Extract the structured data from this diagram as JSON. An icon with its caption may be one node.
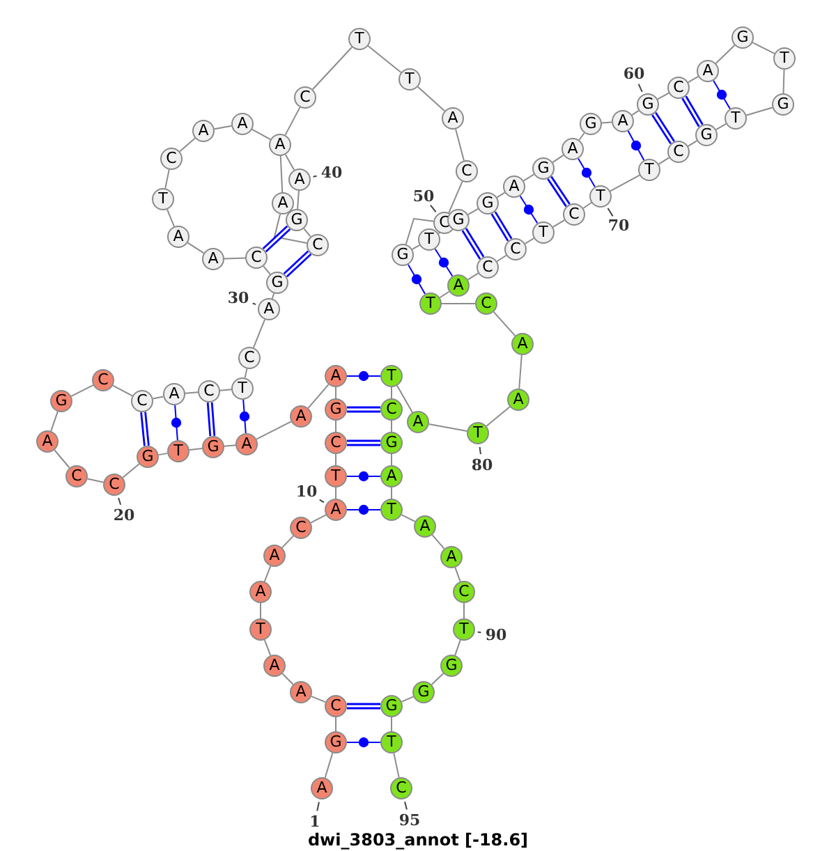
{
  "diagram": {
    "caption": "dwi_3803_annot [-18.6]",
    "nodes": [
      {
        "text": [
          "A"
        ],
        "beside": [
          "1"
        ]
      },
      {
        "text": [
          "G"
        ]
      },
      {
        "text": [
          "C"
        ]
      },
      {
        "text": [
          "A"
        ]
      },
      {
        "text": [
          "A"
        ]
      },
      {
        "text": [
          "T"
        ]
      },
      {
        "text": [
          "A"
        ]
      },
      {
        "text": [
          "A"
        ]
      },
      {
        "text": [
          "C"
        ]
      },
      {
        "text": [
          "A"
        ],
        "beside": [
          "10"
        ]
      },
      {
        "text": [
          "T"
        ]
      },
      {
        "text": [
          "C"
        ]
      },
      {
        "text": [
          "G"
        ]
      },
      {
        "text": [
          "A"
        ]
      },
      {
        "text": [
          "A"
        ]
      },
      {
        "text": [
          "A"
        ]
      },
      {
        "text": [
          "G"
        ]
      },
      {
        "text": [
          "T"
        ]
      },
      {
        "text": [
          "G"
        ]
      },
      {
        "text": [
          "C"
        ],
        "beside": [
          "20"
        ]
      },
      {
        "text": [
          "C"
        ]
      },
      {
        "text": [
          "A"
        ]
      },
      {
        "text": [
          "G"
        ]
      },
      {
        "text": [
          "C"
        ]
      },
      {
        "text": [
          "C"
        ]
      },
      {
        "text": [
          "A"
        ]
      },
      {
        "text": [
          "C"
        ]
      },
      {
        "text": [
          "T"
        ]
      },
      {
        "text": [
          "C"
        ]
      },
      {
        "text": [
          "A"
        ],
        "beside": [
          "30"
        ]
      },
      {
        "text": [
          "G"
        ]
      },
      {
        "text": [
          "C"
        ]
      },
      {
        "text": [
          "A"
        ]
      },
      {
        "text": [
          "A"
        ]
      },
      {
        "text": [
          "T"
        ]
      },
      {
        "text": [
          "C"
        ]
      },
      {
        "text": [
          "A"
        ]
      },
      {
        "text": [
          "A"
        ]
      },
      {
        "text": [
          "A"
        ]
      },
      {
        "text": [
          "A"
        ],
        "beside": [
          "40"
        ]
      },
      {
        "text": [
          "G"
        ]
      },
      {
        "text": [
          "C"
        ]
      },
      {
        "text": [
          "A"
        ]
      },
      {
        "text": [
          "C"
        ]
      },
      {
        "text": [
          "T"
        ]
      },
      {
        "text": [
          "T"
        ]
      },
      {
        "text": [
          "A"
        ]
      },
      {
        "text": [
          "C"
        ]
      },
      {
        "text": [
          "C"
        ],
        "beside": [
          "50"
        ]
      },
      {
        "text": [
          "G"
        ]
      },
      {
        "text": [
          "T"
        ]
      },
      {
        "text": [
          "G"
        ]
      },
      {
        "text": [
          "G"
        ]
      },
      {
        "text": [
          "A"
        ]
      },
      {
        "text": [
          "G"
        ]
      },
      {
        "text": [
          "A"
        ]
      },
      {
        "text": [
          "G"
        ]
      },
      {
        "text": [
          "A"
        ]
      },
      {
        "text": [
          "G"
        ],
        "beside": [
          "60"
        ]
      },
      {
        "text": [
          "C"
        ]
      },
      {
        "text": [
          "A"
        ]
      },
      {
        "text": [
          "G"
        ]
      },
      {
        "text": [
          "T"
        ]
      },
      {
        "text": [
          "G"
        ]
      },
      {
        "text": [
          "T"
        ]
      },
      {
        "text": [
          "G"
        ]
      },
      {
        "text": [
          "C"
        ]
      },
      {
        "text": [
          "T"
        ]
      },
      {
        "text": [
          "T"
        ],
        "beside": [
          "70"
        ]
      },
      {
        "text": [
          "C"
        ]
      },
      {
        "text": [
          "T"
        ]
      },
      {
        "text": [
          "C"
        ]
      },
      {
        "text": [
          "C"
        ]
      },
      {
        "text": [
          "A"
        ]
      },
      {
        "text": [
          "T"
        ]
      },
      {
        "text": [
          "C"
        ]
      },
      {
        "text": [
          "A"
        ]
      },
      {
        "text": [
          "A"
        ]
      },
      {
        "text": [
          "T"
        ],
        "beside": [
          "80"
        ]
      },
      {
        "text": [
          "A"
        ]
      },
      {
        "text": [
          "T"
        ]
      },
      {
        "text": [
          "C"
        ]
      },
      {
        "text": [
          "G"
        ]
      },
      {
        "text": [
          "A"
        ]
      },
      {
        "text": [
          "T"
        ]
      },
      {
        "text": [
          "A"
        ]
      },
      {
        "text": [
          "A"
        ]
      },
      {
        "text": [
          "C"
        ]
      },
      {
        "text": [
          "T"
        ],
        "beside": [
          "90"
        ]
      },
      {
        "text": [
          "G"
        ]
      },
      {
        "text": [
          "G"
        ]
      },
      {
        "text": [
          "G"
        ]
      },
      {
        "text": [
          "T"
        ]
      },
      {
        "text": [
          "C"
        ],
        "beside": [
          "95"
        ]
      }
    ],
    "edges": [
      {
        "from": 0,
        "to": 1,
        "arrow": "none"
      },
      {
        "from": 1,
        "to": 2,
        "arrow": "none"
      },
      {
        "from": 2,
        "to": 3,
        "arrow": "none"
      },
      {
        "from": 3,
        "to": 4,
        "arrow": "none"
      },
      {
        "from": 4,
        "to": 5,
        "arrow": "none"
      },
      {
        "from": 5,
        "to": 6,
        "arrow": "none"
      },
      {
        "from": 6,
        "to": 7,
        "arrow": "none"
      },
      {
        "from": 7,
        "to": 8,
        "arrow": "none"
      },
      {
        "from": 8,
        "to": 9,
        "arrow": "none"
      },
      {
        "from": 9,
        "to": 10,
        "arrow": "none"
      },
      {
        "from": 10,
        "to": 11,
        "arrow": "none"
      },
      {
        "from": 11,
        "to": 12,
        "arrow": "none"
      },
      {
        "from": 12,
        "to": 13,
        "arrow": "none"
      },
      {
        "from": 13,
        "to": 14,
        "arrow": "none"
      },
      {
        "from": 14,
        "to": 15,
        "arrow": "none"
      },
      {
        "from": 15,
        "to": 16,
        "arrow": "none"
      },
      {
        "from": 16,
        "to": 17,
        "arrow": "none"
      },
      {
        "from": 17,
        "to": 18,
        "arrow": "none"
      },
      {
        "from": 18,
        "to": 19,
        "arrow": "none"
      },
      {
        "from": 19,
        "to": 20,
        "arrow": "none"
      },
      {
        "from": 20,
        "to": 21,
        "arrow": "none"
      },
      {
        "from": 21,
        "to": 22,
        "arrow": "none"
      },
      {
        "from": 22,
        "to": 23,
        "arrow": "none"
      },
      {
        "from": 23,
        "to": 24,
        "arrow": "none"
      },
      {
        "from": 24,
        "to": 25,
        "arrow": "none"
      },
      {
        "from": 25,
        "to": 26,
        "arrow": "none"
      },
      {
        "from": 26,
        "to": 27,
        "arrow": "none"
      },
      {
        "from": 27,
        "to": 28,
        "arrow": "none"
      },
      {
        "from": 28,
        "to": 29,
        "arrow": "none"
      },
      {
        "from": 29,
        "to": 30,
        "arrow": "none"
      },
      {
        "from": 30,
        "to": 31,
        "arrow": "none"
      },
      {
        "from": 31,
        "to": 32,
        "arrow": "none"
      },
      {
        "from": 32,
        "to": 33,
        "arrow": "none"
      },
      {
        "from": 33,
        "to": 34,
        "arrow": "none"
      },
      {
        "from": 34,
        "to": 35,
        "arrow": "none"
      },
      {
        "from": 35,
        "to": 36,
        "arrow": "none"
      },
      {
        "from": 36,
        "to": 37,
        "arrow": "none"
      },
      {
        "from": 37,
        "to": 38,
        "arrow": "none"
      },
      {
        "from": 38,
        "to": 39,
        "arrow": "none"
      },
      {
        "from": 39,
        "to": 40,
        "arrow": "none"
      },
      {
        "from": 40,
        "to": 41,
        "arrow": "none"
      },
      {
        "from": 41,
        "to": 42,
        "arrow": "none"
      },
      {
        "from": 42,
        "to": 38,
        "arrow": "none"
      },
      {
        "from": 38,
        "to": 43,
        "arrow": "none"
      },
      {
        "from": 43,
        "to": 44,
        "arrow": "none"
      },
      {
        "from": 44,
        "to": 45,
        "arrow": "none"
      },
      {
        "from": 45,
        "to": 46,
        "arrow": "none"
      },
      {
        "from": 46,
        "to": 47,
        "arrow": "none"
      },
      {
        "from": 47,
        "to": 48,
        "arrow": "none"
      },
      {
        "from": 48,
        "to": 49,
        "arrow": "none"
      },
      {
        "from": 49,
        "to": 50,
        "arrow": "none"
      },
      {
        "from": 50,
        "to": 51,
        "arrow": "none"
      },
      {
        "from": 51,
        "to": 52,
        "arrow": "none"
      },
      {
        "from": 52,
        "to": 53,
        "arrow": "none"
      },
      {
        "from": 53,
        "to": 54,
        "arrow": "none"
      },
      {
        "from": 54,
        "to": 55,
        "arrow": "none"
      },
      {
        "from": 55,
        "to": 56,
        "arrow": "none"
      },
      {
        "from": 56,
        "to": 57,
        "arrow": "none"
      },
      {
        "from": 57,
        "to": 58,
        "arrow": "none"
      },
      {
        "from": 58,
        "to": 59,
        "arrow": "none"
      },
      {
        "from": 59,
        "to": 60,
        "arrow": "none"
      },
      {
        "from": 60,
        "to": 61,
        "arrow": "none"
      },
      {
        "from": 61,
        "to": 62,
        "arrow": "none"
      },
      {
        "from": 62,
        "to": 63,
        "arrow": "none"
      },
      {
        "from": 63,
        "to": 64,
        "arrow": "none"
      },
      {
        "from": 64,
        "to": 65,
        "arrow": "none"
      },
      {
        "from": 65,
        "to": 66,
        "arrow": "none"
      },
      {
        "from": 66,
        "to": 67,
        "arrow": "none"
      },
      {
        "from": 67,
        "to": 68,
        "arrow": "none"
      },
      {
        "from": 68,
        "to": 69,
        "arrow": "none"
      },
      {
        "from": 69,
        "to": 70,
        "arrow": "none"
      },
      {
        "from": 70,
        "to": 71,
        "arrow": "none"
      },
      {
        "from": 71,
        "to": 72,
        "arrow": "none"
      },
      {
        "from": 72,
        "to": 73,
        "arrow": "none"
      },
      {
        "from": 73,
        "to": 74,
        "arrow": "none"
      },
      {
        "from": 74,
        "to": 75,
        "arrow": "none"
      },
      {
        "from": 75,
        "to": 76,
        "arrow": "none"
      },
      {
        "from": 76,
        "to": 77,
        "arrow": "none"
      },
      {
        "from": 77,
        "to": 78,
        "arrow": "none"
      },
      {
        "from": 78,
        "to": 79,
        "arrow": "none"
      },
      {
        "from": 79,
        "to": 80,
        "arrow": "none"
      },
      {
        "from": 80,
        "to": 81,
        "arrow": "none"
      },
      {
        "from": 81,
        "to": 82,
        "arrow": "none"
      },
      {
        "from": 82,
        "to": 83,
        "arrow": "none"
      },
      {
        "from": 83,
        "to": 84,
        "arrow": "none"
      },
      {
        "from": 84,
        "to": 85,
        "arrow": "none"
      },
      {
        "from": 85,
        "to": 86,
        "arrow": "none"
      },
      {
        "from": 86,
        "to": 87,
        "arrow": "none"
      },
      {
        "from": 87,
        "to": 88,
        "arrow": "none"
      },
      {
        "from": 88,
        "to": 89,
        "arrow": "none"
      },
      {
        "from": 89,
        "to": 90,
        "arrow": "none"
      },
      {
        "from": 90,
        "to": 91,
        "arrow": "none"
      },
      {
        "from": 91,
        "to": 92,
        "arrow": "none"
      },
      {
        "from": 92,
        "to": 93,
        "arrow": "none"
      },
      {
        "from": 13,
        "to": 80,
        "arrow": "none",
        "color": "#0000ff"
      },
      {
        "from": 12,
        "to": 81,
        "arrow": "none",
        "color": "#0000ff",
        "style": "thick"
      },
      {
        "from": 11,
        "to": 82,
        "arrow": "none",
        "color": "#0000ff",
        "style": "thick"
      },
      {
        "from": 10,
        "to": 83,
        "arrow": "none",
        "color": "#0000ff"
      },
      {
        "from": 9,
        "to": 84,
        "arrow": "none",
        "color": "#0000ff"
      },
      {
        "from": 2,
        "to": 91,
        "arrow": "none",
        "color": "#0000ff",
        "style": "thick"
      },
      {
        "from": 1,
        "to": 92,
        "arrow": "none",
        "color": "#0000ff"
      },
      {
        "from": 18,
        "to": 24,
        "arrow": "none",
        "color": "#0000ff",
        "style": "thick"
      },
      {
        "from": 17,
        "to": 25,
        "arrow": "none",
        "color": "#0000ff"
      },
      {
        "from": 16,
        "to": 26,
        "arrow": "none",
        "color": "#0000ff",
        "style": "thick"
      },
      {
        "from": 15,
        "to": 27,
        "arrow": "none",
        "color": "#0000ff"
      },
      {
        "from": 30,
        "to": 41,
        "arrow": "none",
        "color": "#0000ff",
        "style": "thick"
      },
      {
        "from": 31,
        "to": 40,
        "arrow": "none",
        "color": "#0000ff",
        "style": "thick"
      },
      {
        "from": 49,
        "to": 74,
        "arrow": "none",
        "color": "#0000ff"
      },
      {
        "from": 50,
        "to": 73,
        "arrow": "none",
        "color": "#0000ff"
      },
      {
        "from": 51,
        "to": 72,
        "arrow": "none",
        "color": "#0000ff",
        "style": "thick"
      },
      {
        "from": 52,
        "to": 71,
        "arrow": "none",
        "color": "#0000ff",
        "style": "thick"
      },
      {
        "from": 53,
        "to": 70,
        "arrow": "none",
        "color": "#0000ff"
      },
      {
        "from": 54,
        "to": 69,
        "arrow": "none",
        "color": "#0000ff",
        "style": "thick"
      },
      {
        "from": 55,
        "to": 68,
        "arrow": "none",
        "color": "#0000ff"
      },
      {
        "from": 57,
        "to": 67,
        "arrow": "none",
        "color": "#0000ff"
      },
      {
        "from": 58,
        "to": 66,
        "arrow": "none",
        "color": "#0000ff",
        "style": "thick"
      },
      {
        "from": 59,
        "to": 65,
        "arrow": "none",
        "color": "#0000ff",
        "style": "thick"
      },
      {
        "from": 60,
        "to": 64,
        "arrow": "none",
        "color": "#0000ff"
      }
    ]
  }
}
